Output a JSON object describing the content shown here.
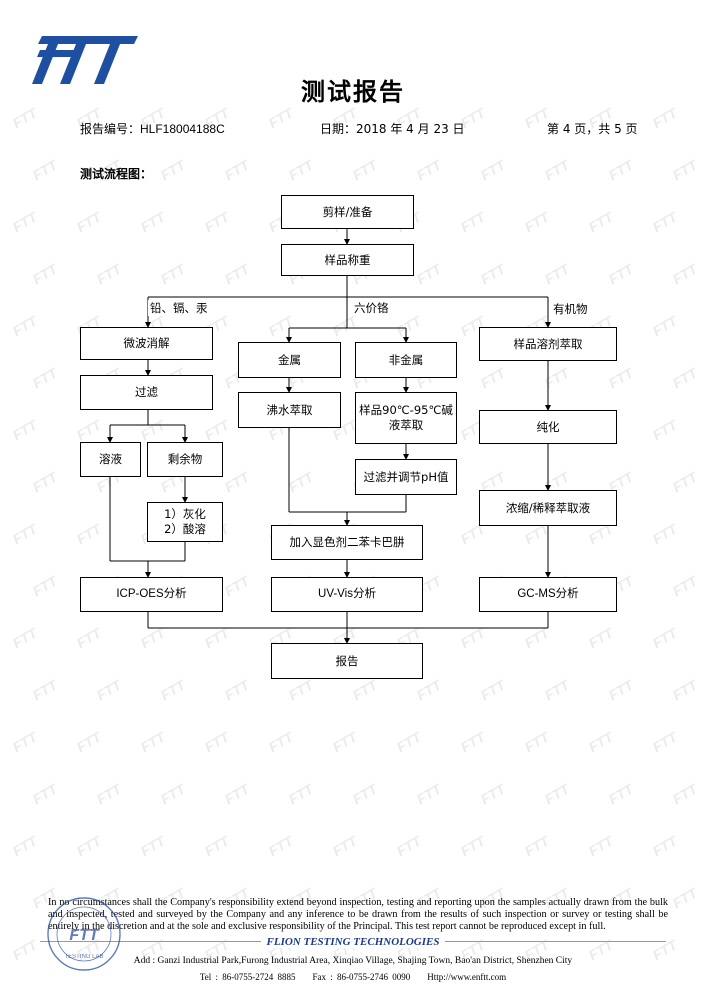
{
  "header": {
    "logo_text": "FTT",
    "title": "测试报告",
    "report_no_label": "报告编号：",
    "report_no": "HLF18004188C",
    "date_label": "日期：",
    "date": "2018 年 4 月 23 日",
    "page": "第 4 页，共 5 页"
  },
  "section_title": "测试流程图：",
  "flow": {
    "cut": "剪样/准备",
    "weigh": "样品称重",
    "branch_heavy": "铅、镉、汞",
    "branch_cr": "六价铬",
    "branch_org": "有机物",
    "microwave": "微波消解",
    "filter": "过滤",
    "solution": "溶液",
    "residue": "剩余物",
    "ash_1": "1）灰化",
    "ash_2": "2）酸溶",
    "icp": "ICP-OES分析",
    "metal": "金属",
    "nonmetal": "非金属",
    "boil": "沸水萃取",
    "alkali_1": "样品90℃-95℃碱",
    "alkali_2": "液萃取",
    "ph": "过滤并调节pH值",
    "reagent": "加入显色剂二苯卡巴肼",
    "uv": "UV-Vis分析",
    "solvent": "样品溶剂萃取",
    "purify": "纯化",
    "concentrate": "浓缩/稀释萃取液",
    "gcms": "GC-MS分析",
    "report": "报告"
  },
  "footer": {
    "disclaimer": "In no circumstances shall the Company's responsibility extend beyond inspection, testing and reporting upon the samples actually drawn from the bulk and inspected, tested and surveyed by the Company and any inference to be drawn from the results of such inspection or survey or testing shall be entirely in the discretion and at the sole and exclusive responsibility of the Principal. This test report cannot be reproduced except in full.",
    "company": "FLION TESTING TECHNOLOGIES",
    "address": "Add : Ganzi Industrial Park,Furong Industrial Area, Xinqiao Village, Shajing Town, Bao'an District, Shenzhen City",
    "tel": "Tel : 86-0755-2724 8885",
    "fax": "Fax : 86-0755-2746 0090",
    "web": "Http://www.enftt.com",
    "stamp_text": "TESTING LAB"
  },
  "watermark_text": "FTT",
  "colors": {
    "logo": "#1f4fa0",
    "company": "#1a3a8a",
    "divider": "#e08a2a"
  }
}
